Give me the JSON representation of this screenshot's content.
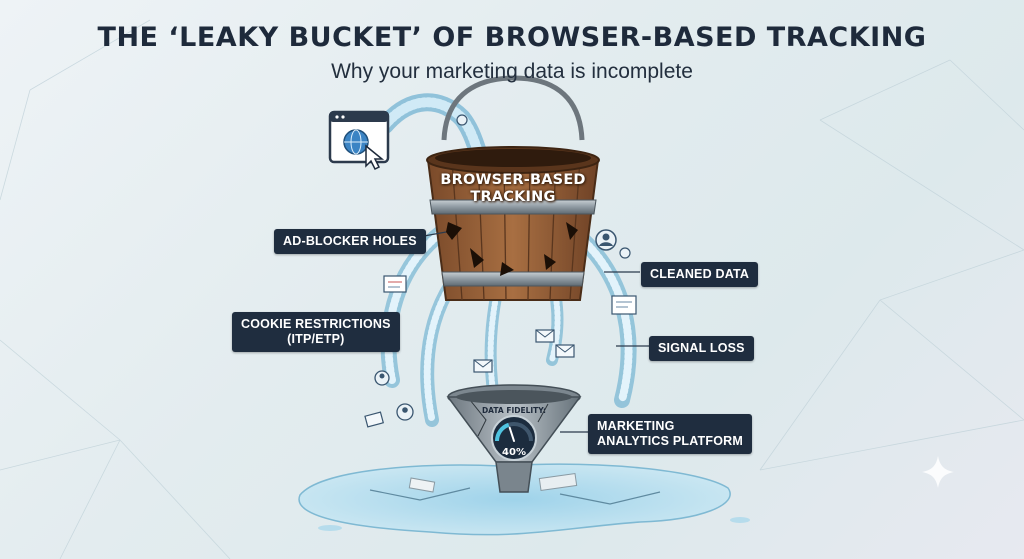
{
  "header": {
    "title": "THE ‘LEAKY BUCKET’ OF BROWSER-BASED TRACKING",
    "subtitle": "Why your marketing data is incomplete"
  },
  "bucket": {
    "label_line1": "BROWSER-BASED",
    "label_line2": "TRACKING"
  },
  "callouts": {
    "ad_blocker": "AD-BLOCKER HOLES",
    "cookie_line1": "COOKIE RESTRICTIONS",
    "cookie_line2": "(ITP/ETP)",
    "cleaned_data": "CLEANED DATA",
    "signal_loss": "SIGNAL LOSS",
    "platform_line1": "MARKETING",
    "platform_line2": "ANALYTICS PLATFORM"
  },
  "funnel": {
    "fidelity_label": "DATA FIDELITY:",
    "fidelity_value": "40%",
    "fidelity_fraction": 0.4
  },
  "colors": {
    "wood": "#a0693e",
    "wood_dark": "#6b4024",
    "metal": "#8c979f",
    "stream": "#4a9fc8",
    "label_bg": "#1f2d3f",
    "title": "#1e2a3b"
  },
  "icons": [
    "browser-window-icon",
    "globe-icon",
    "cursor-icon",
    "user-icon",
    "envelope-icon",
    "document-icon",
    "sparkle-icon"
  ]
}
